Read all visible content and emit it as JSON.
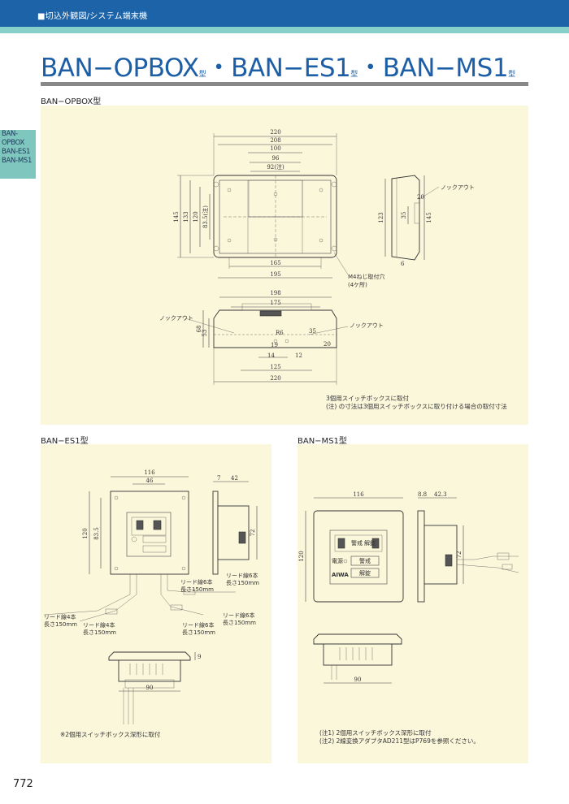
{
  "header": {
    "category": "■切込外観図/システム端末機"
  },
  "title": {
    "part1": "BAN−OPBOX",
    "suffix1": "型",
    "sep1": "・",
    "part2": "BAN−ES1",
    "suffix2": "型",
    "sep2": "・",
    "part3": "BAN−MS1",
    "suffix3": "型"
  },
  "side_tab": {
    "lines": [
      "BAN-",
      "OPBOX",
      "BAN-ES1",
      "BAN-MS1"
    ]
  },
  "opbox": {
    "label": "BAN−OPBOX型",
    "top_dims": [
      "220",
      "208",
      "100",
      "96",
      "92(注)"
    ],
    "left_dims": [
      "145",
      "133",
      "120",
      "83.5(注)"
    ],
    "bottom_dims": [
      "165",
      "195"
    ],
    "side_dims": [
      "123",
      "35",
      "20",
      "145",
      "6"
    ],
    "knockout": "ノックアウト",
    "screw": "M4ねじ取付穴",
    "screw_count": "(4ケ所)",
    "bottom_view_dims": [
      "198",
      "175",
      "68",
      "53",
      "R6",
      "35",
      "19",
      "20",
      "14",
      "12",
      "125",
      "220"
    ],
    "knockout_left": "ノックアウト",
    "knockout_right": "ノックアウト",
    "note1": "3個用スイッチボックスに取付",
    "note2": "(注) の寸法は3個用スイッチボックスに取り付ける場合の取付寸法"
  },
  "es1": {
    "label": "BAN−ES1型",
    "dims": [
      "116",
      "46",
      "120",
      "83.5",
      "7",
      "42",
      "72",
      "9",
      "90"
    ],
    "lead_a_line1": "リード線6本",
    "lead_a_line2": "長さ150mm",
    "lead_b_line1": "リード線6本",
    "lead_b_line2": "長さ150mm",
    "lead_c_line1": "リード線4本",
    "lead_c_line2": "長さ150mm",
    "lead_d_line1": "リード線4本",
    "lead_d_line2": "長さ150mm",
    "lead_e_line1": "リード線6本",
    "lead_e_line2": "長さ150mm",
    "lead_f_line1": "リード線6本",
    "lead_f_line2": "長さ150mm",
    "note": "※2個用スイッチボックス深形に取付"
  },
  "ms1": {
    "label": "BAN−MS1型",
    "dims": [
      "116",
      "8.8",
      "42.3",
      "120",
      "72",
      "90"
    ],
    "panel_text": {
      "left_top": "警戒",
      "right_top": "解錠",
      "lamp": "電源",
      "btn1": "警戒",
      "btn2": "解錠",
      "brand": "AIWA"
    },
    "note1": "(注1) 2個用スイッチボックス深形に取付",
    "note2": "(注2) 2線変換アダプタAD211型はP769を参照ください。"
  },
  "page": {
    "number": "772"
  }
}
